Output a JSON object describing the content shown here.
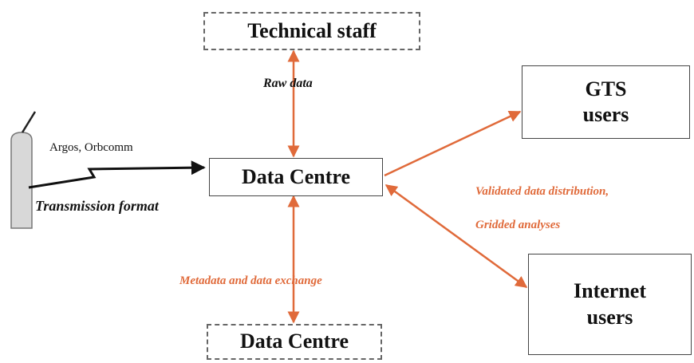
{
  "nodes": {
    "technical_staff": "Technical staff",
    "data_centre_main": "Data Centre",
    "data_centre_bottom": "Data Centre",
    "gts_users": [
      "GTS",
      "users"
    ],
    "internet_users": [
      "Internet",
      "users"
    ]
  },
  "edges": {
    "raw_data": "Raw data",
    "link_protocols": "Argos, Orbcomm",
    "transmission_format": "Transmission format",
    "metadata_exchange": "Metadata and data exchange",
    "distribution": [
      "Validated data distribution,",
      "Gridded analyses"
    ]
  },
  "colors": {
    "arrow": "#e06a3a",
    "text": "#111111",
    "label_accent": "#e06a3a"
  },
  "icons": {
    "buoy": "buoy-icon"
  }
}
